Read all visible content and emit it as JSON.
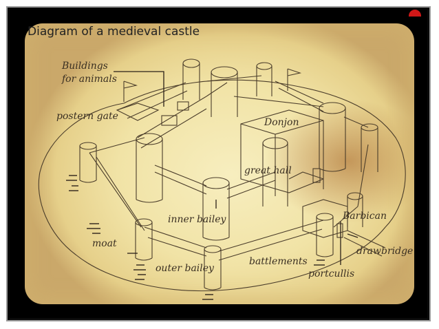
{
  "title": "Diagram of a medieval castle",
  "labels": {
    "buildings_line1": "Buildings",
    "buildings_line2": "for animals",
    "postern_gate": "postern gate",
    "donjon": "Donjon",
    "great_hall": "great hall",
    "inner_bailey": "inner bailey",
    "barbican": "Barbican",
    "moat": "moat",
    "drawbridge": "drawbridge",
    "battlements": "battlements",
    "outer_bailey": "outer bailey",
    "portcullis": "portcullis"
  },
  "colors": {
    "ink": "#3a2f22",
    "paper": "#f3e6ad",
    "frame": "#000000",
    "accent_dot": "#d01818"
  }
}
